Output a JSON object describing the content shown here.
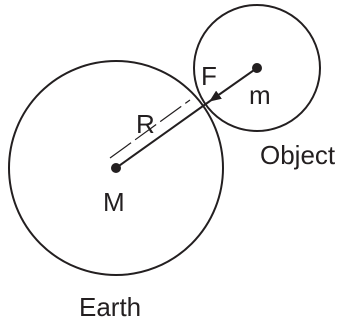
{
  "labels": {
    "force": "F",
    "small_mass": "m",
    "radius": "R",
    "object": "Object",
    "large_mass": "M",
    "earth": "Earth"
  },
  "colors": {
    "stroke": "#231f20",
    "background": "#ffffff"
  }
}
